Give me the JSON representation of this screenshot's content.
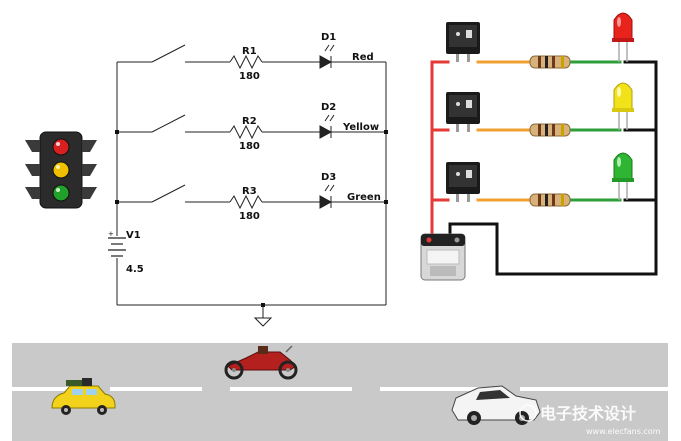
{
  "schematic": {
    "branches": [
      {
        "resistor": "R1",
        "value": "180",
        "diode": "D1",
        "color_label": "Red"
      },
      {
        "resistor": "R2",
        "value": "180",
        "diode": "D2",
        "color_label": "Yellow"
      },
      {
        "resistor": "R3",
        "value": "180",
        "diode": "D3",
        "color_label": "Green"
      }
    ],
    "source": {
      "name": "V1",
      "value": "4.5",
      "plus": "+"
    }
  },
  "watermark": {
    "brand": "电子技术设计",
    "site": "www.elecfans.com"
  },
  "colors": {
    "wire_red": "#e53935",
    "wire_orange": "#f0a030",
    "wire_green": "#2e9e3a",
    "wire_black": "#111111",
    "led_red": "#e8231c",
    "led_yellow": "#f2e21a",
    "led_green": "#2fb533",
    "road": "#c9c9c9"
  }
}
